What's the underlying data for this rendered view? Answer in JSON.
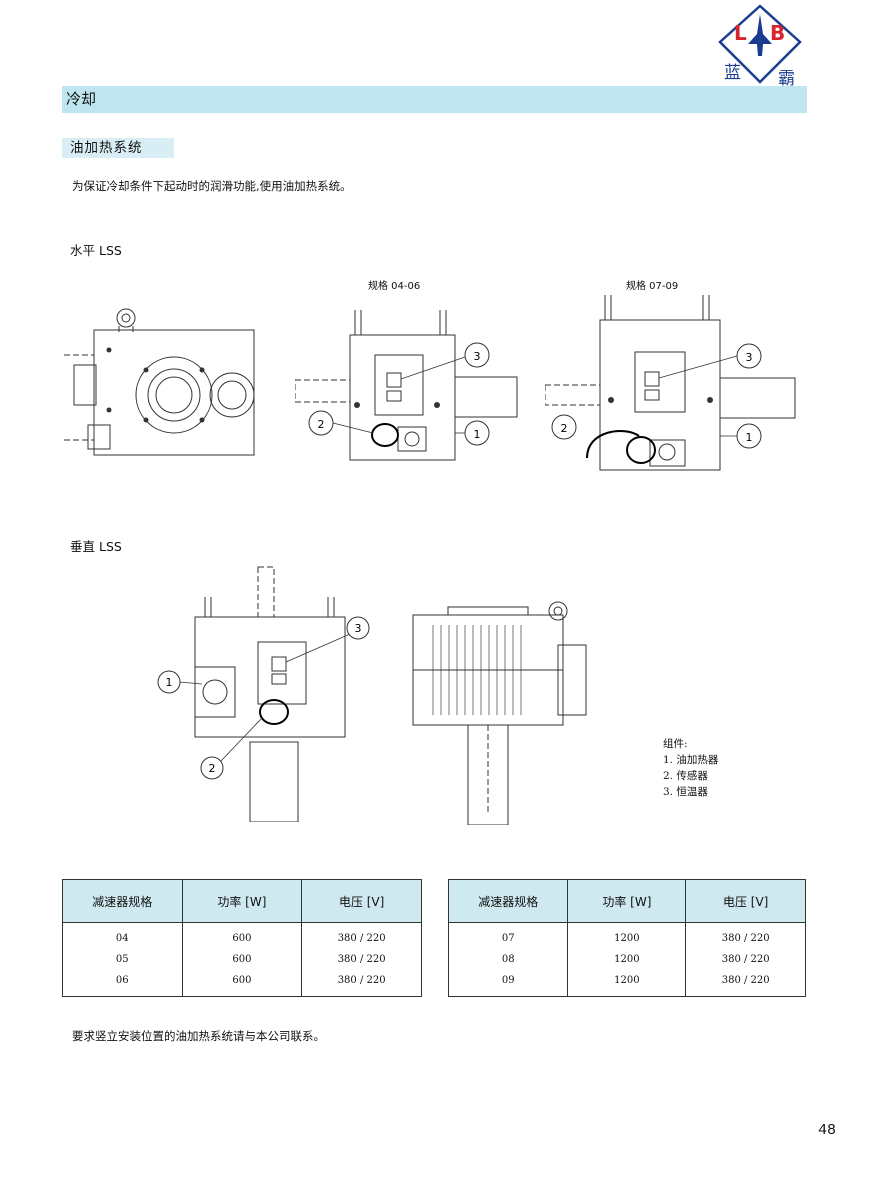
{
  "logo": {
    "letters_left": "L",
    "letters_right": "B",
    "brand_left": "蓝",
    "brand_right": "霸",
    "accent_color": "#1a3d8f",
    "letter_color": "#d7262e"
  },
  "section": {
    "title": "冷却",
    "bar_color": "#bfe6f0"
  },
  "subsection": {
    "title": "油加热系统"
  },
  "intro": "为保证冷却条件下起动时的润滑功能,使用油加热系统。",
  "horizontal": {
    "title": "水平 LSS",
    "size_a": "规格 04-06",
    "size_b": "规格 07-09",
    "callouts": [
      "1",
      "2",
      "3"
    ]
  },
  "vertical": {
    "title": "垂直 LSS",
    "callouts": [
      "1",
      "2",
      "3"
    ]
  },
  "legend": {
    "title": "组件:",
    "items": [
      "1.  油加热器",
      "2.  传感器",
      "3.  恒温器"
    ]
  },
  "table_left": {
    "headers": [
      "减速器规格",
      "功率 [W]",
      "电压 [V]"
    ],
    "rows": [
      [
        "04",
        "600",
        "380 / 220"
      ],
      [
        "05",
        "600",
        "380 / 220"
      ],
      [
        "06",
        "600",
        "380 / 220"
      ]
    ]
  },
  "table_right": {
    "headers": [
      "减速器规格",
      "功率 [W]",
      "电压 [V]"
    ],
    "rows": [
      [
        "07",
        "1200",
        "380 / 220"
      ],
      [
        "08",
        "1200",
        "380 / 220"
      ],
      [
        "09",
        "1200",
        "380 / 220"
      ]
    ]
  },
  "footer_note": "要求竖立安装位置的油加热系统请与本公司联系。",
  "page_number": "48"
}
